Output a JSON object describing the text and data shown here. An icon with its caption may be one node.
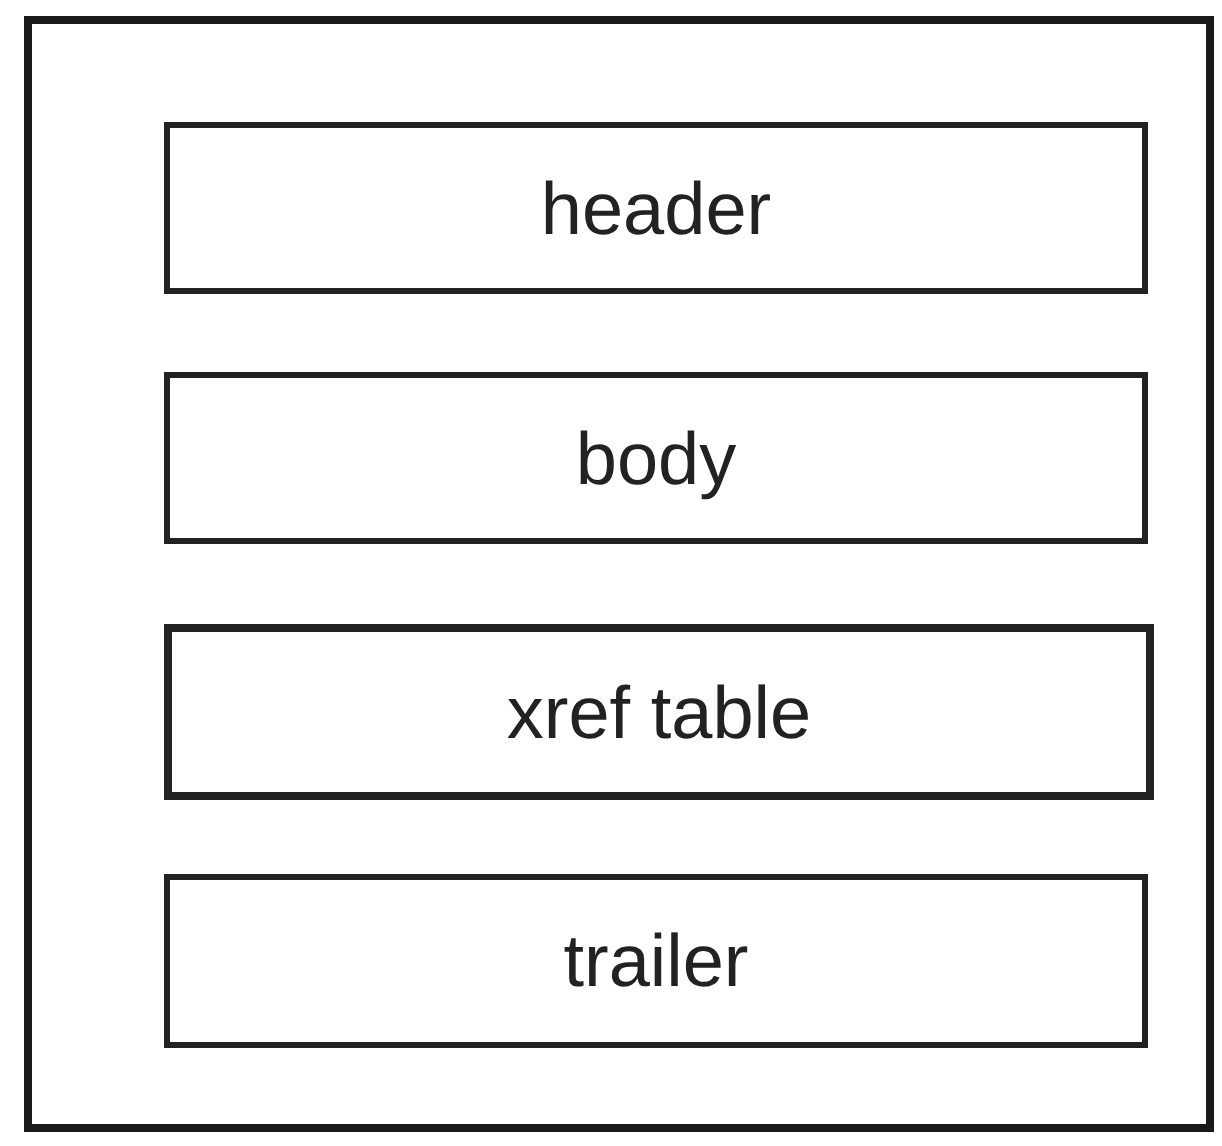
{
  "diagram": {
    "nodes": [
      {
        "text": [],
        "shape": "box"
      },
      {
        "text": [
          "header"
        ],
        "in": 0
      },
      {
        "text": [
          "body"
        ],
        "in": 0
      },
      {
        "text": [
          "xref table"
        ],
        "in": 0
      },
      {
        "text": [
          "trailer"
        ],
        "in": 0
      }
    ]
  }
}
